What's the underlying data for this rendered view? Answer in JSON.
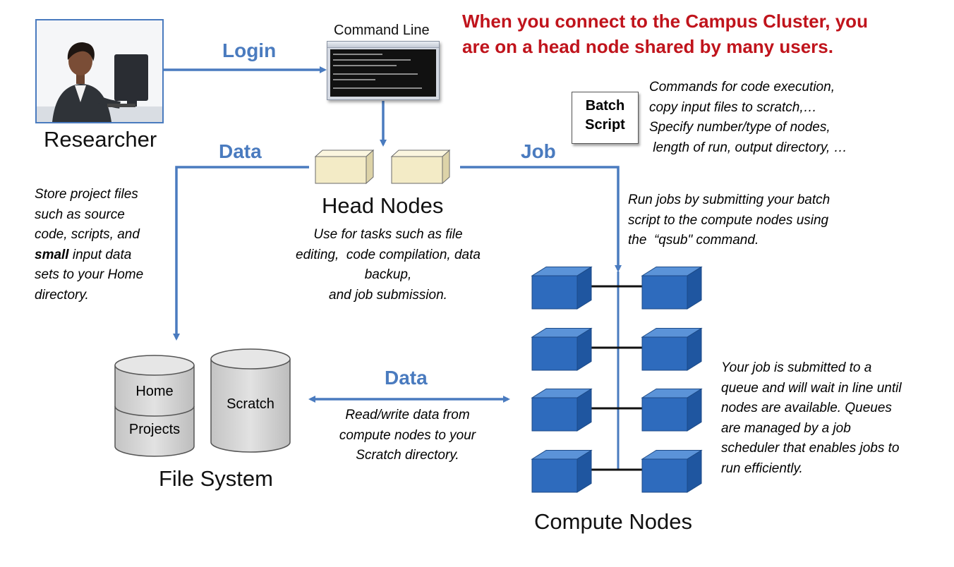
{
  "headline": {
    "line1": "When you connect to the Campus Cluster, you",
    "line2": "are on a head node shared by many users."
  },
  "researcher": {
    "label": "Researcher"
  },
  "command_line": {
    "label": "Command Line"
  },
  "arrows": {
    "login": "Login",
    "data_left": "Data",
    "job": "Job",
    "data_bottom": "Data"
  },
  "batch_script": {
    "line1": "Batch",
    "line2": "Script"
  },
  "batch_notes": {
    "line1": "Commands for code execution,",
    "line2": "copy input files to scratch,…",
    "line3": "Specify number/type of nodes,",
    "line4": " length of run, output directory, …"
  },
  "head_nodes": {
    "label": "Head Nodes",
    "desc1": "Use for tasks such as file",
    "desc2": "editing,  code compilation, data",
    "desc3": "backup,",
    "desc4": "and job submission."
  },
  "home_note": {
    "line1": "Store project files",
    "line2": "such as source",
    "line3": "code, scripts, and",
    "line4_bold": "small",
    "line4_rest": " input data",
    "line5": "sets to your Home",
    "line6": "directory."
  },
  "run_jobs_note": {
    "line1": "Run jobs by submitting your batch",
    "line2": "script to the compute nodes using",
    "line3": "the  “qsub\" command."
  },
  "file_system": {
    "label": "File System",
    "home": "Home",
    "projects": "Projects",
    "scratch": "Scratch"
  },
  "data_note": {
    "line1": "Read/write data from",
    "line2": "compute nodes to your",
    "line3": "Scratch directory."
  },
  "compute_nodes": {
    "label": "Compute Nodes"
  },
  "queue_note": {
    "line1": "Your job is submitted to a",
    "line2": "queue and will wait in line until",
    "line3": "nodes are available. Queues",
    "line4": "are managed by a job",
    "line5": "scheduler that enables jobs to",
    "line6": "run efficiently."
  },
  "colors": {
    "arrow": "#4a7bbf",
    "headline": "#c0141c",
    "node_blue": "#2e6bbd",
    "head_node": "#f3ebc6",
    "cylinder": "#d5d5d5"
  },
  "icons": [
    "researcher-photo",
    "terminal-window-icon",
    "batch-script-note-icon",
    "head-node-box-icon",
    "compute-node-box-icon",
    "storage-cylinder-icon"
  ]
}
